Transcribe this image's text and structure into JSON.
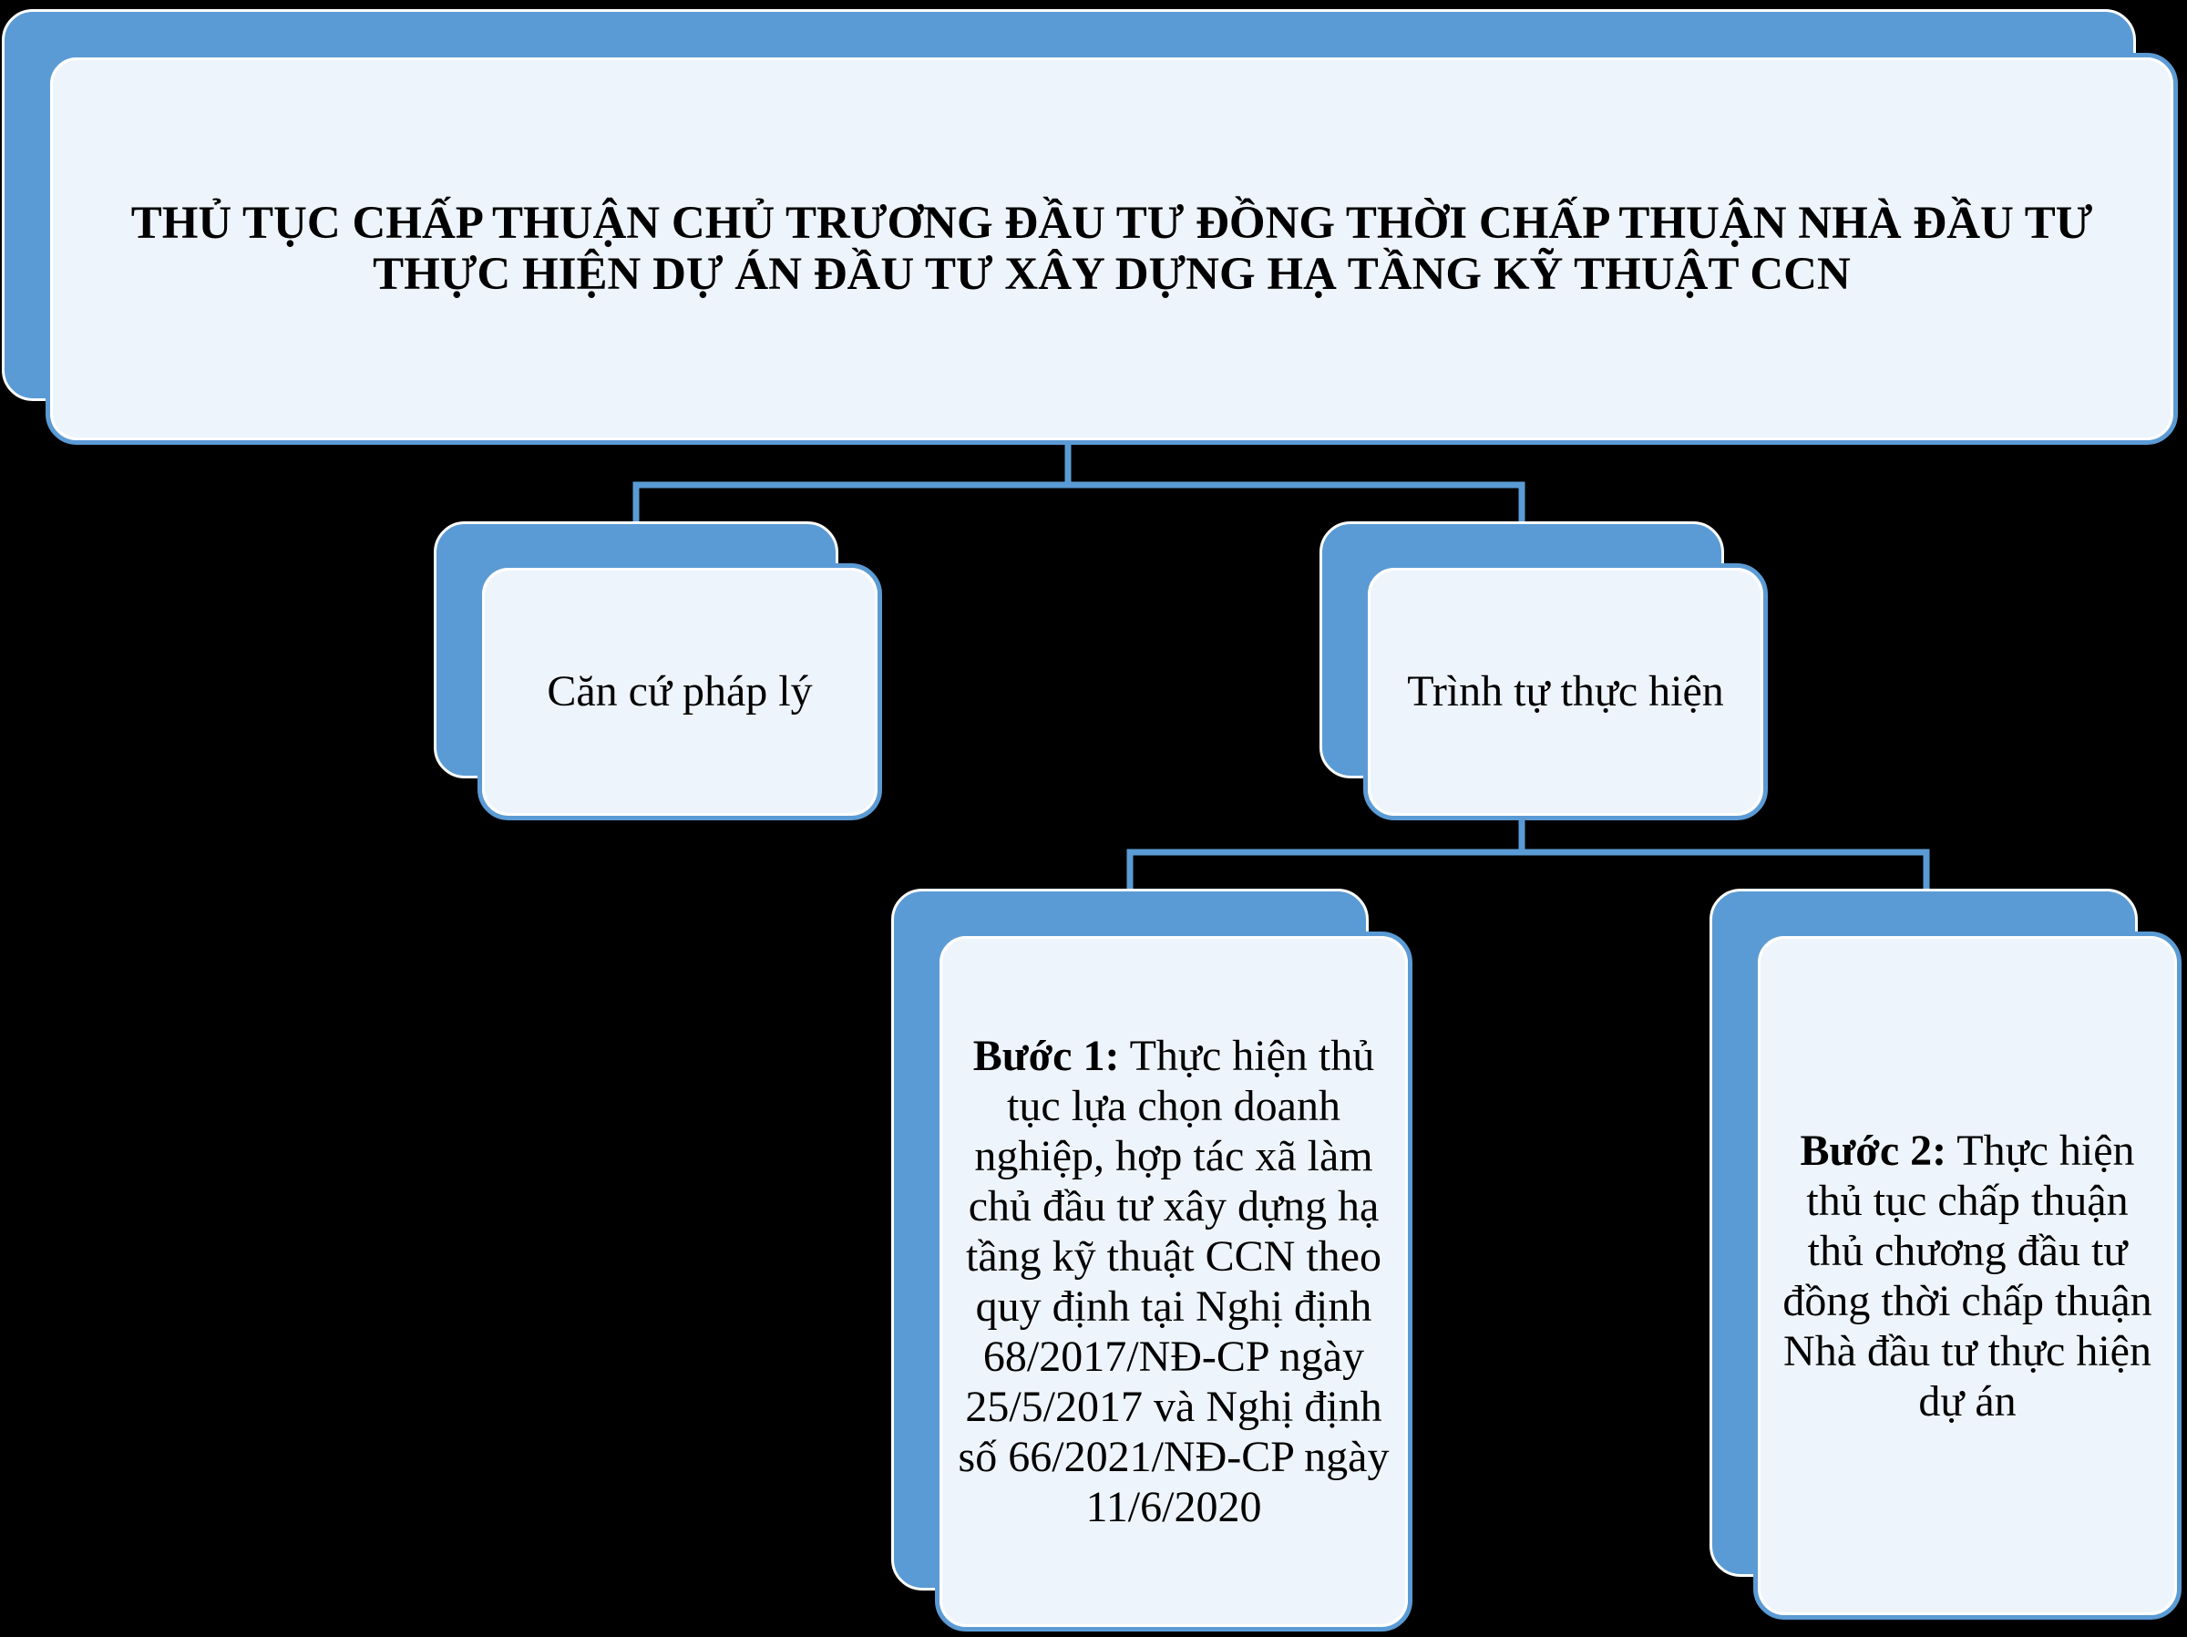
{
  "diagram": {
    "title": "THỦ TỤC CHẤP THUẬN CHỦ TRƯƠNG ĐẦU TƯ ĐỒNG THỜI CHẤP THUẬN NHÀ ĐẦU TƯ THỰC HIỆN DỰ ÁN ĐẦU TƯ XÂY DỰNG HẠ TẦNG KỸ THUẬT CCN",
    "nodes": {
      "legal_basis": "Căn cứ pháp lý",
      "procedure": "Trình tự thực hiện",
      "step1": {
        "label": "Bước 1:",
        "text": " Thực hiện thủ tục lựa chọn doanh nghiệp, hợp tác xã làm chủ đầu tư xây dựng hạ tầng kỹ thuật CCN theo quy định tại Nghị định 68/2017/NĐ-CP ngày 25/5/2017 và Nghị định số 66/2021/NĐ-CP ngày 11/6/2020"
      },
      "step2": {
        "label": "Bước 2:",
        "text": " Thực hiện thủ tục chấp thuận thủ chương đầu tư đồng thời chấp thuận Nhà đầu tư thực hiện dự án"
      }
    },
    "colors": {
      "background": "#000000",
      "accent": "#5b9bd5",
      "box_fill": "#eef4fb",
      "text": "#000000"
    }
  }
}
